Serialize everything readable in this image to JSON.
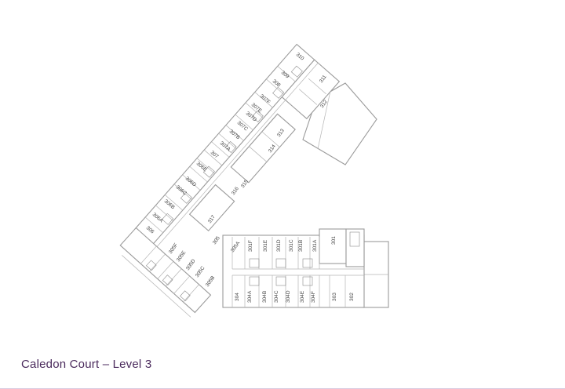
{
  "title": "Caledon Court – Level 3",
  "accent_color": "#4a2a5c",
  "rooms": {
    "r310": "310",
    "r309": "309",
    "r308": "308",
    "r307F": "307F",
    "r307E": "307E",
    "r307D": "307D",
    "r307C": "307C",
    "r307B": "307B",
    "r307A": "307A",
    "r307": "307",
    "r306E": "306E",
    "r306D": "306D",
    "r306C": "306C",
    "r306B": "306B",
    "r306A": "306A",
    "r306": "306",
    "r311": "311",
    "r312": "312",
    "r313": "313",
    "r314": "314",
    "r315": "315",
    "r316": "316",
    "r317": "317",
    "r305": "305",
    "r305A": "305A",
    "r305F": "305F",
    "r305E": "305E",
    "r305D": "305D",
    "r305C": "305C",
    "r305B": "305B",
    "r301F": "301F",
    "r301E": "301E",
    "r301D": "301D",
    "r301C": "301C",
    "r301B": "301B",
    "r301A": "301A",
    "r301": "301",
    "r304": "304",
    "r304A": "304A",
    "r304B": "304B",
    "r304C": "304C",
    "r304D": "304D",
    "r304E": "304E",
    "r304F": "304F",
    "r303": "303",
    "r302": "302"
  }
}
